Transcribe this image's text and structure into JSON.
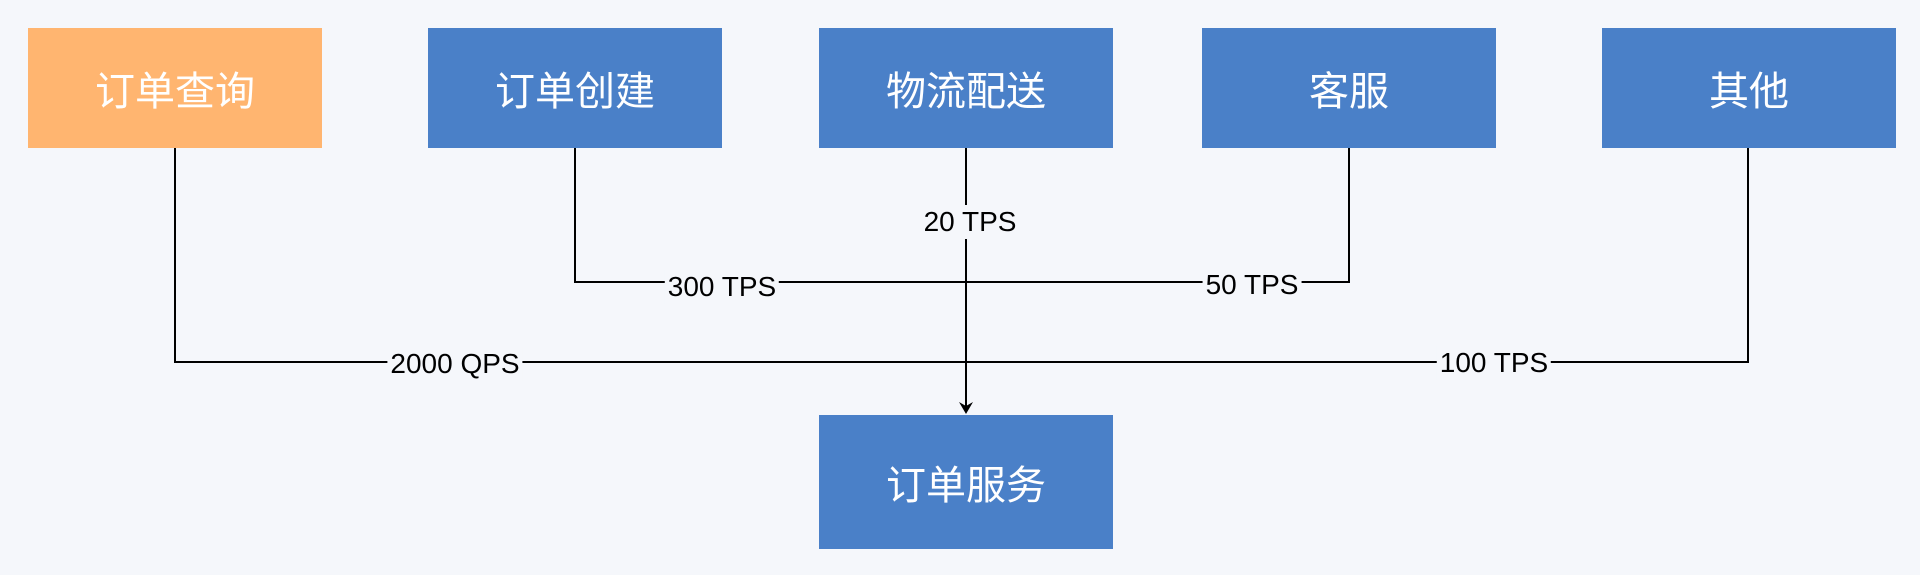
{
  "nodes": {
    "order_query": "订单查询",
    "order_create": "订单创建",
    "logistics": "物流配送",
    "customer_service": "客服",
    "other": "其他",
    "order_service": "订单服务"
  },
  "edges": {
    "order_query": "2000 QPS",
    "order_create": "300 TPS",
    "logistics": "20 TPS",
    "customer_service": "50 TPS",
    "other": "100 TPS"
  },
  "colors": {
    "highlight": "#ffb570",
    "node": "#4a80c8",
    "background": "#f5f7fb",
    "line": "#000000"
  }
}
